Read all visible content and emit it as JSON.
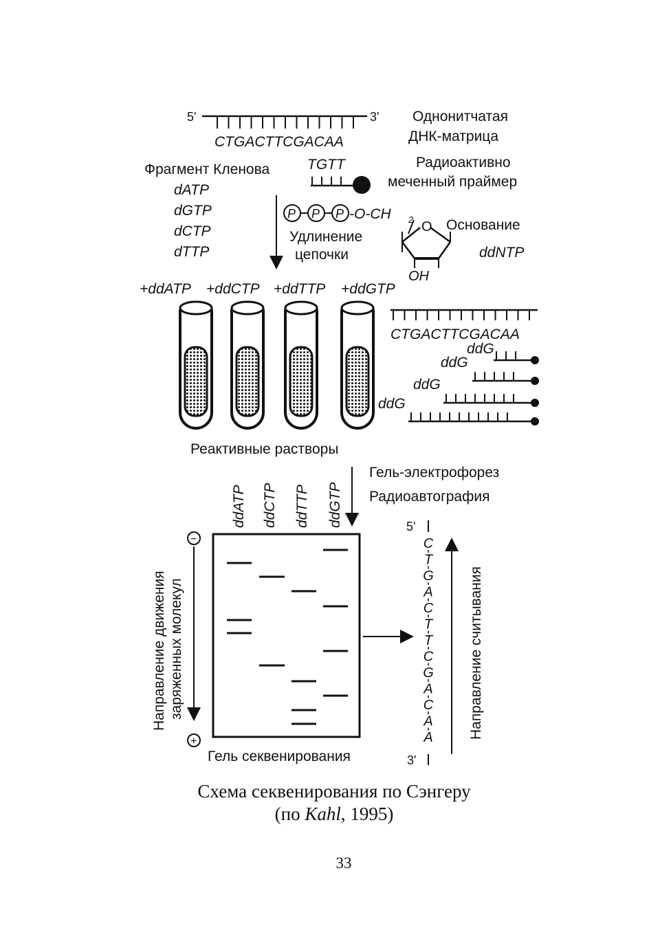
{
  "template": {
    "five_prime": "5'",
    "three_prime": "3'",
    "sequence": "CTGACTTCGACAA",
    "label_line1": "Однонитчатая",
    "label_line2": "ДНК-матрица"
  },
  "primer": {
    "sequence": "TGTT",
    "label_line1": "Радиоактивно",
    "label_line2": "меченный праймер"
  },
  "reagents": {
    "title": "Фрагмент Кленова",
    "items": [
      "dATP",
      "dGTP",
      "dCTP",
      "dTTP"
    ]
  },
  "elongation": {
    "label_line1": "Удлинение",
    "label_line2": "цепочки"
  },
  "ddntp": {
    "phosphate": "P",
    "linker": "-O-CH",
    "linker_sub": "2",
    "ring_o": "O",
    "base_label": "Основание",
    "oh": "OH",
    "name": "ddNTP"
  },
  "tubes": {
    "labels": [
      "+ddATP",
      "+ddCTP",
      "+ddTTP",
      "+ddGTP"
    ],
    "caption": "Реактивные растворы"
  },
  "fragments": {
    "template_sequence": "CTGACTTCGACAA",
    "terminator_labels": [
      "ddG",
      "ddG",
      "ddG",
      "ddG"
    ]
  },
  "process": {
    "step1": "Гель-электрофорез",
    "step2": "Радиоавтография"
  },
  "gel": {
    "lanes": [
      "ddATP",
      "ddCTP",
      "ddTTP",
      "ddGTP"
    ],
    "minus": "−",
    "plus": "+",
    "direction_line1": "Направление движения",
    "direction_line2": "заряженных молекул",
    "caption": "Гель секвенирования"
  },
  "read": {
    "five_prime": "5'",
    "three_prime": "3'",
    "bases": [
      "C",
      "T",
      "G",
      "A",
      "C",
      "T",
      "T",
      "C",
      "G",
      "A",
      "C",
      "A",
      "A"
    ],
    "direction_label": "Направление считывания"
  },
  "caption": {
    "line1": "Схема секвенирования по Сэнгеру",
    "line2_prefix": "(по ",
    "line2_author": "Kahl",
    "line2_suffix": ", 1995)"
  },
  "page_number": "33"
}
